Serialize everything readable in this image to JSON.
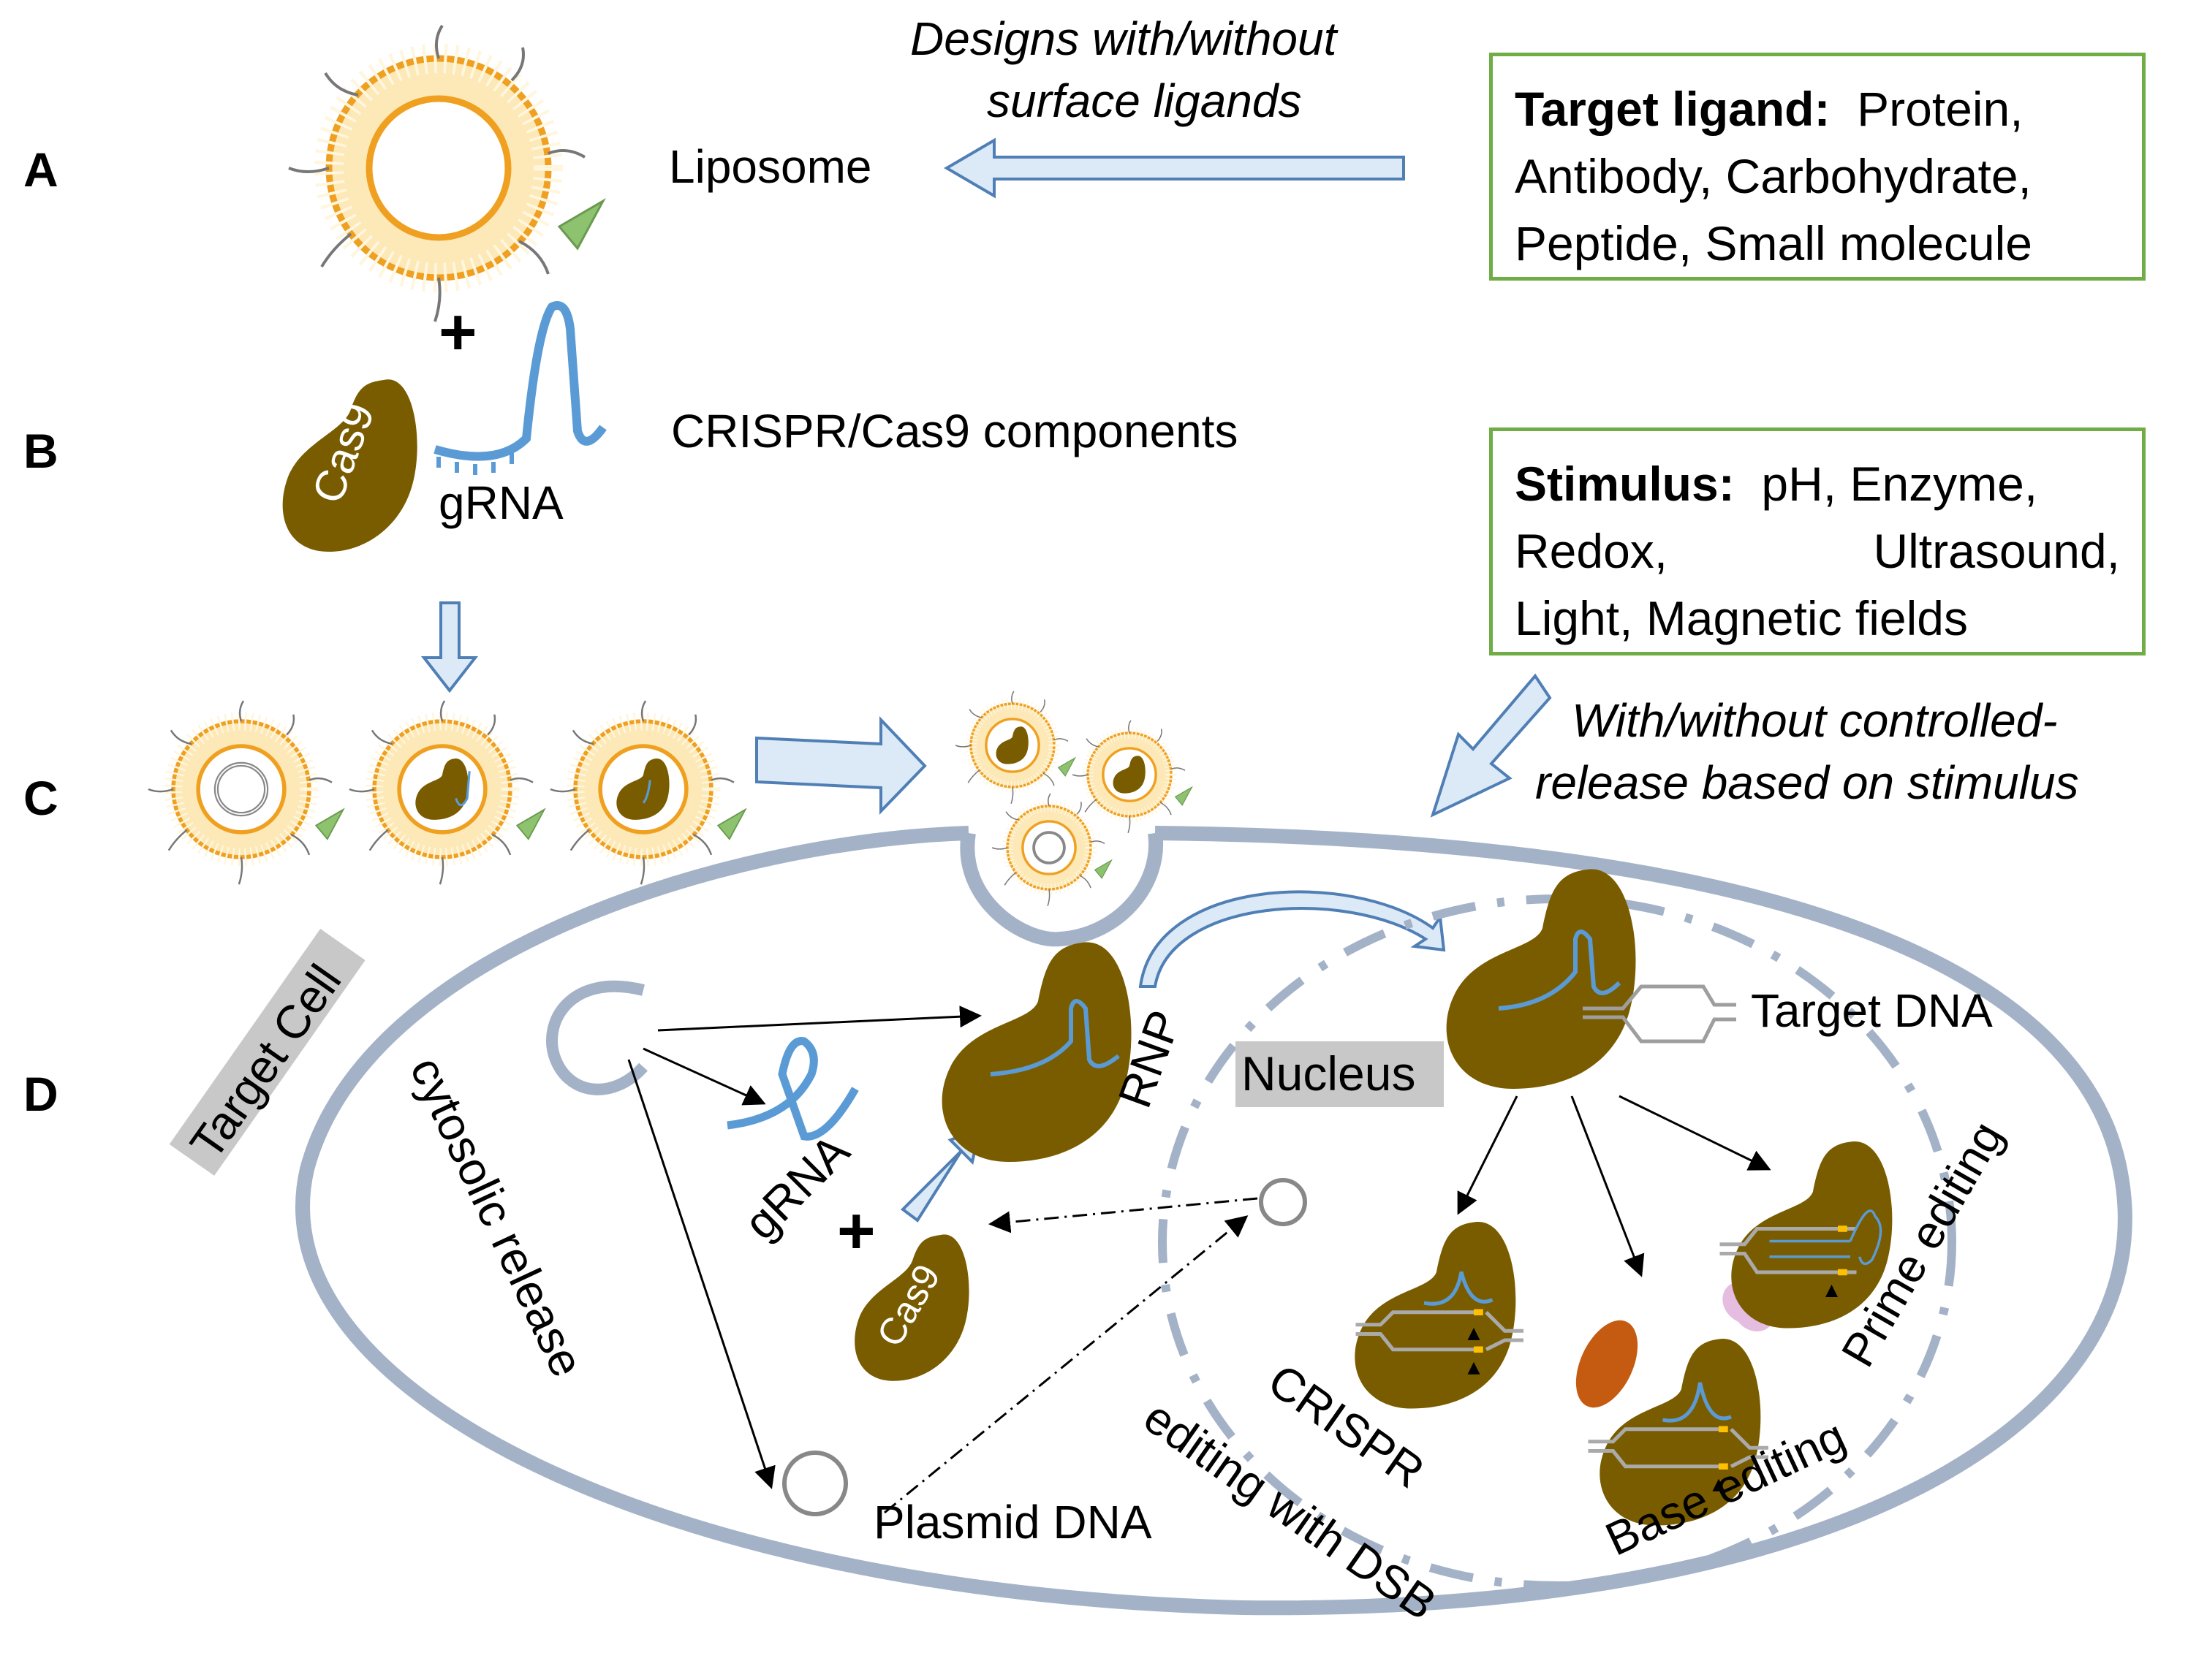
{
  "panel_labels": [
    "A",
    "B",
    "C",
    "D"
  ],
  "row_a": {
    "liposome_label": "Liposome",
    "designs_line1": "Designs with/without",
    "designs_line2": "surface ligands"
  },
  "target_ligand_box": {
    "heading": "Target ligand:",
    "items_line1": "Protein,",
    "items_line2": "Antibody, Carbohydrate,",
    "items_line3": "Peptide, Small molecule"
  },
  "row_b": {
    "plus": "+",
    "cas9": "Cas9",
    "grna": "gRNA",
    "components_label": "CRISPR/Cas9 components"
  },
  "stimulus_box": {
    "heading": "Stimulus:",
    "items_line1": "pH, Enzyme,",
    "items_line2a": "Redox,",
    "items_line2b": "Ultrasound,",
    "items_line3": "Light, Magnetic fields"
  },
  "release_note": {
    "line1": "With/without controlled-",
    "line2": "release based on stimulus"
  },
  "cell": {
    "target_cell": "Target Cell",
    "cytosolic_release": "cytosolic release",
    "grna": "gRNA",
    "plus": "+",
    "cas9": "Cas9",
    "rnp": "RNP",
    "nucleus": "Nucleus",
    "target_dna": "Target DNA",
    "plasmid_dna": "Plasmid DNA",
    "crispr_line1": "CRISPR",
    "crispr_line2": "editing with DSB",
    "base_editing": "Base editing",
    "prime_editing": "Prime editing"
  },
  "colors": {
    "protein": "#7a5c00",
    "grna": "#5b9bd5",
    "liposome": "#f0a020",
    "liposome_fill": "#fde9b8",
    "ligand": "#8dc26f",
    "membrane": "#a4b2c8",
    "arrow_fill": "#dce9f6",
    "arrow_stroke": "#4f7fb5",
    "box_border": "#70ad47",
    "deaminase": "#c55a11",
    "rt": "#e4bde0"
  }
}
